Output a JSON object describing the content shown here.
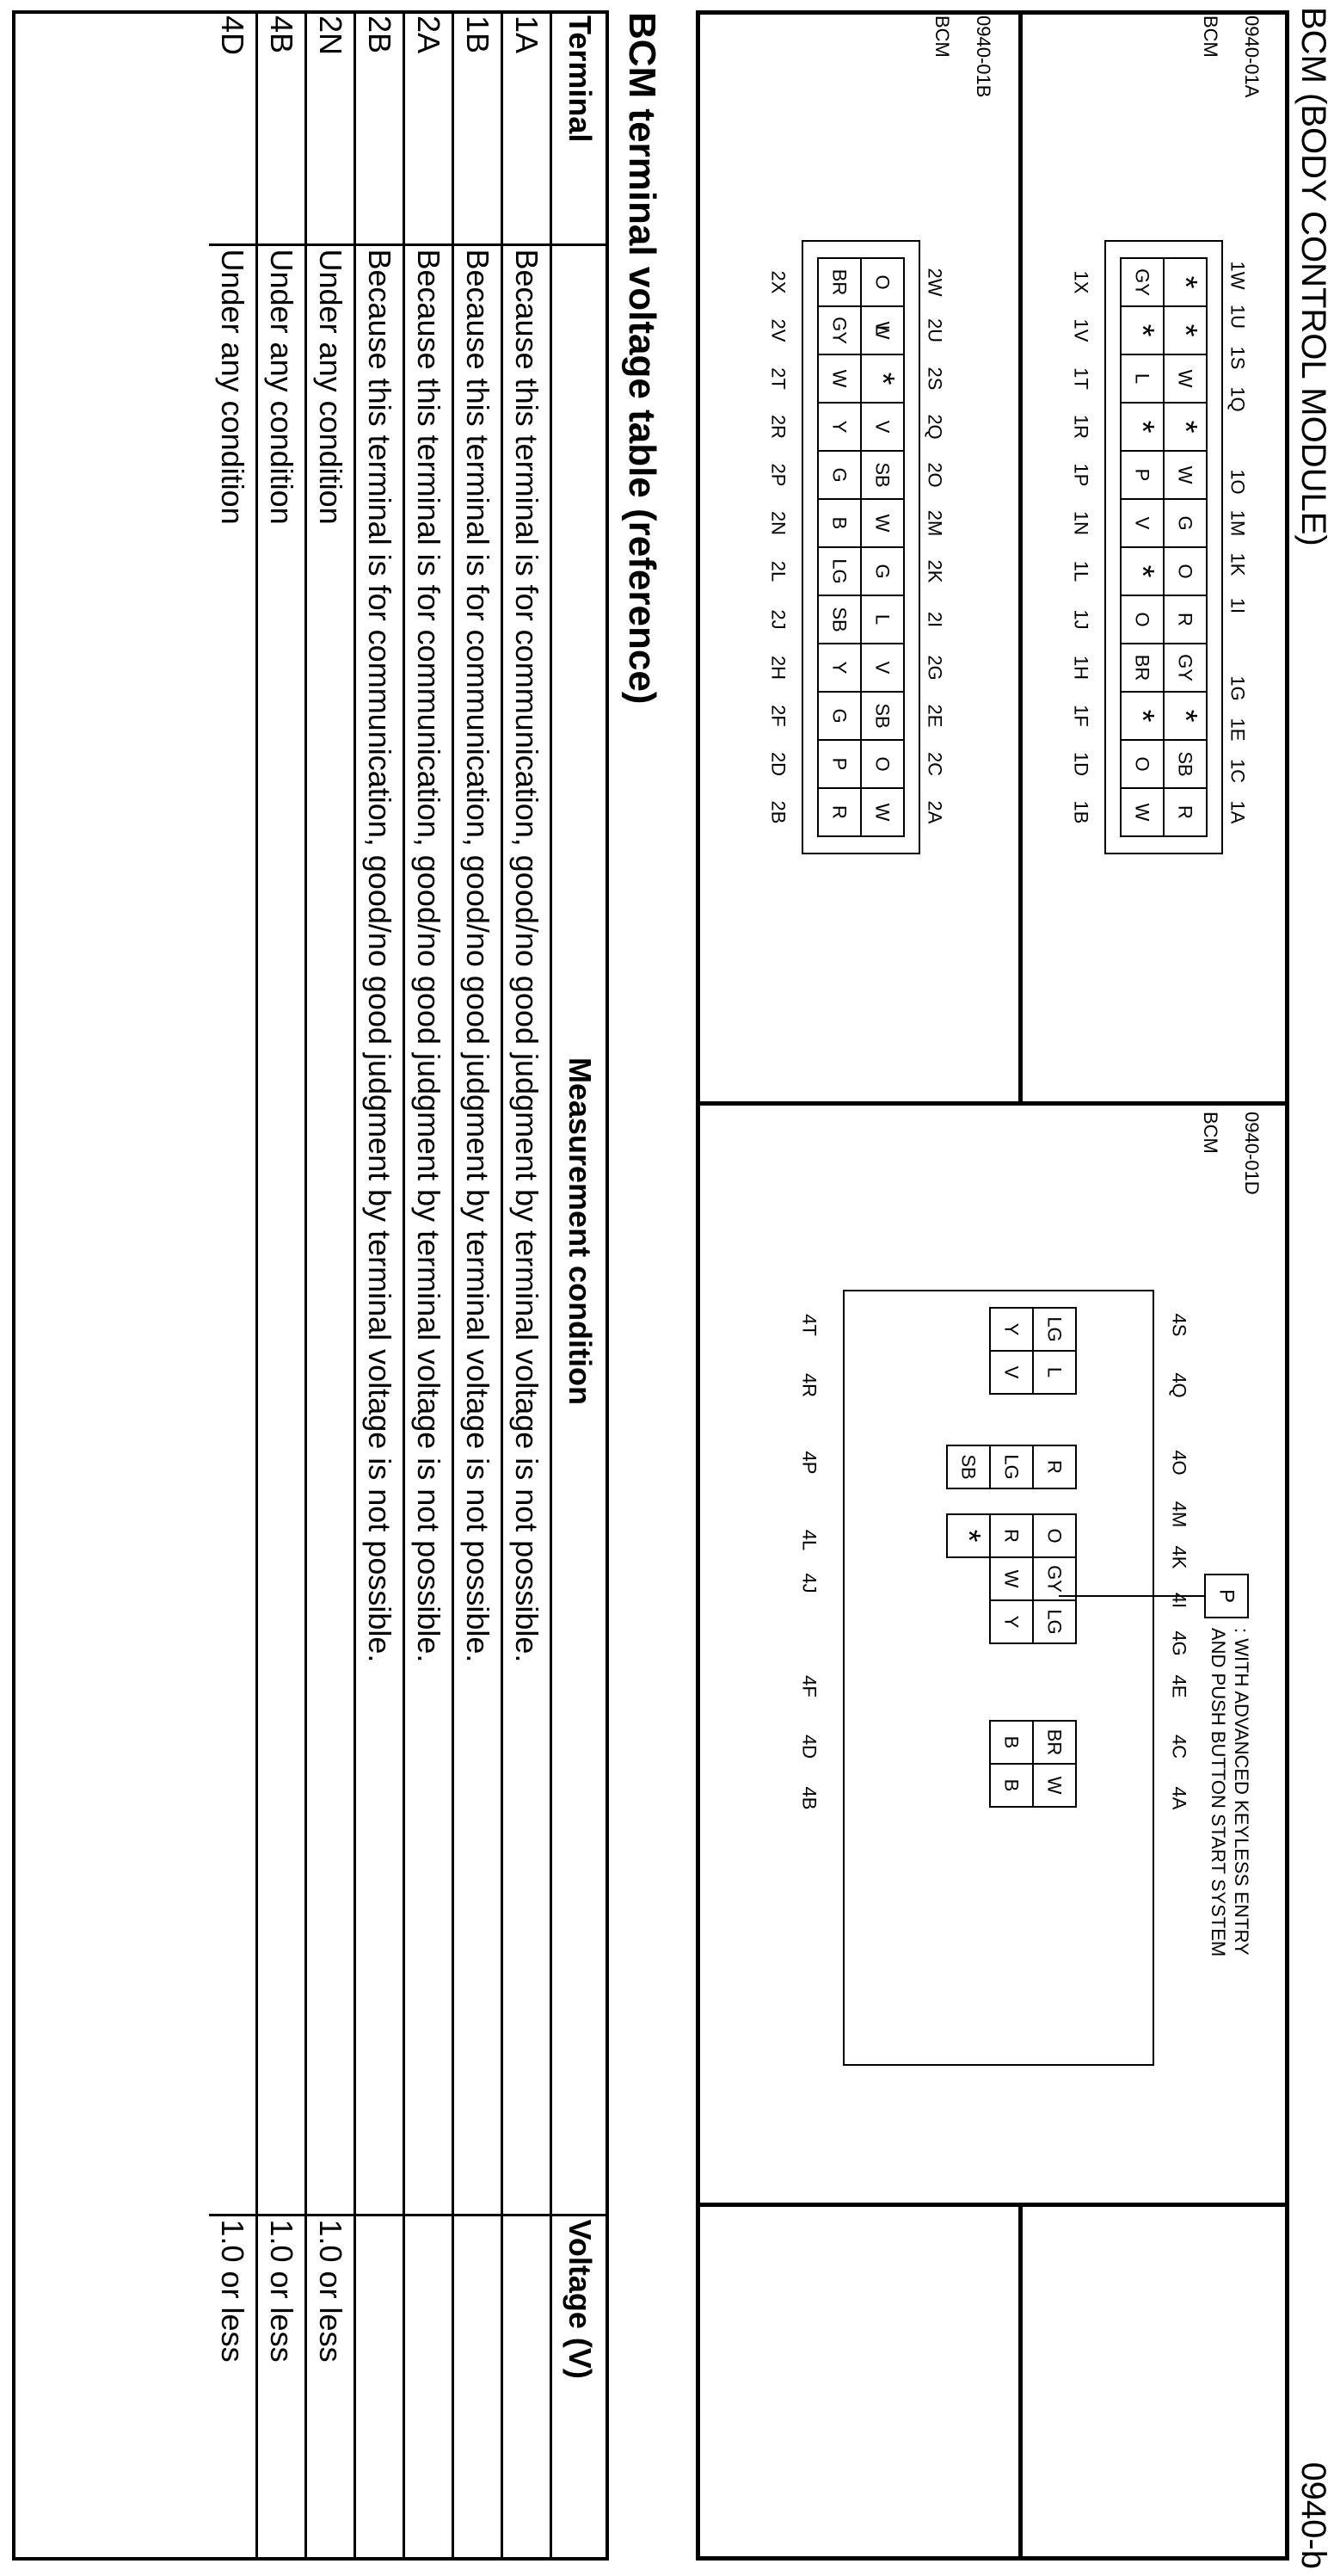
{
  "header": {
    "title": "BCM (BODY CONTROL MODULE)",
    "code": "0940-b"
  },
  "connectors": {
    "c01a": {
      "code": "0940-01A",
      "name": "BCM"
    },
    "c01b": {
      "code": "0940-01B",
      "name": "BCM"
    },
    "c01d": {
      "code": "0940-01D",
      "name": "BCM"
    },
    "note_box": "P",
    "note_text_1": ": WITH ADVANCED KEYLESS ENTRY",
    "note_text_2": "AND PUSH BUTTON START SYSTEM"
  },
  "c01a_pins": {
    "top": [
      "1W",
      "1U",
      "1S",
      "1Q",
      "",
      "1O",
      "1M",
      "1K",
      "1I",
      "",
      "1G",
      "1E",
      "1C",
      "1A"
    ],
    "bottom": [
      "1X",
      "1V",
      "1T",
      "1R",
      "1P",
      "1N",
      "1L",
      "1J",
      "1H",
      "1F",
      "1D",
      "1B"
    ],
    "row1": [
      "*",
      "*",
      "W",
      "*",
      "W",
      "G",
      "O",
      "R",
      "GY",
      "*",
      "SB",
      "R"
    ],
    "row2": [
      "GY",
      "*",
      "L",
      "*",
      "P",
      "V",
      "*",
      "O",
      "BR",
      "*",
      "O",
      "W"
    ]
  },
  "c01b_pins": {
    "top": [
      "2W",
      "2U",
      "2S",
      "2Q",
      "2O",
      "2M",
      "2K",
      "2I",
      "2G",
      "2E",
      "2C",
      "2A"
    ],
    "bottom": [
      "2X",
      "2V",
      "2T",
      "2R",
      "2P",
      "2N",
      "2L",
      "2J",
      "2H",
      "2F",
      "2D",
      "2B"
    ],
    "row1": [
      "W",
      "*",
      "V",
      "SB",
      "W",
      "G",
      "L",
      "V",
      "SB",
      "O",
      "W"
    ],
    "row2": [
      "BR",
      "GY",
      "W",
      "Y",
      "G",
      "B",
      "LG",
      "SB",
      "Y",
      "G",
      "P",
      "R"
    ],
    "row0": [
      "O",
      "L"
    ]
  },
  "c01d_pins": {
    "top": [
      "4S",
      "4Q",
      "4O",
      "4M",
      "4K",
      "4I",
      "4G",
      "4E",
      "4C",
      "4A"
    ],
    "bottom": [
      "4T",
      "4R",
      "4P",
      "4L",
      "4J",
      "4F",
      "4D",
      "4B"
    ],
    "cells": {
      "a": [
        "LG",
        "L",
        "Y",
        "V"
      ],
      "b": [
        "R",
        "LG",
        "SB"
      ],
      "c": [
        "O",
        "GY",
        "LG",
        "R",
        "W",
        "Y",
        "*"
      ],
      "d": [
        "BR",
        "W",
        "B",
        "B"
      ]
    }
  },
  "table": {
    "title": "BCM terminal voltage table (reference)",
    "headers": [
      "Terminal",
      "Measurement condition",
      "Voltage (V)"
    ],
    "rows": [
      {
        "terminal": "1A",
        "condition": "Because this terminal is for communication, good/no good judgment by terminal voltage is not possible.",
        "voltage": ""
      },
      {
        "terminal": "1B",
        "condition": "Because this terminal is for communication, good/no good judgment by terminal voltage is not possible.",
        "voltage": ""
      },
      {
        "terminal": "2A",
        "condition": "Because this terminal is for communication, good/no good judgment by terminal voltage is not possible.",
        "voltage": ""
      },
      {
        "terminal": "2B",
        "condition": "Because this terminal is for communication, good/no good judgment by terminal voltage is not possible.",
        "voltage": ""
      },
      {
        "terminal": "2N",
        "condition": "Under any condition",
        "voltage": "1.0 or less"
      },
      {
        "terminal": "4B",
        "condition": "Under any condition",
        "voltage": "1.0 or less"
      },
      {
        "terminal": "4D",
        "condition": "Under any condition",
        "voltage": "1.0 or less"
      }
    ]
  }
}
